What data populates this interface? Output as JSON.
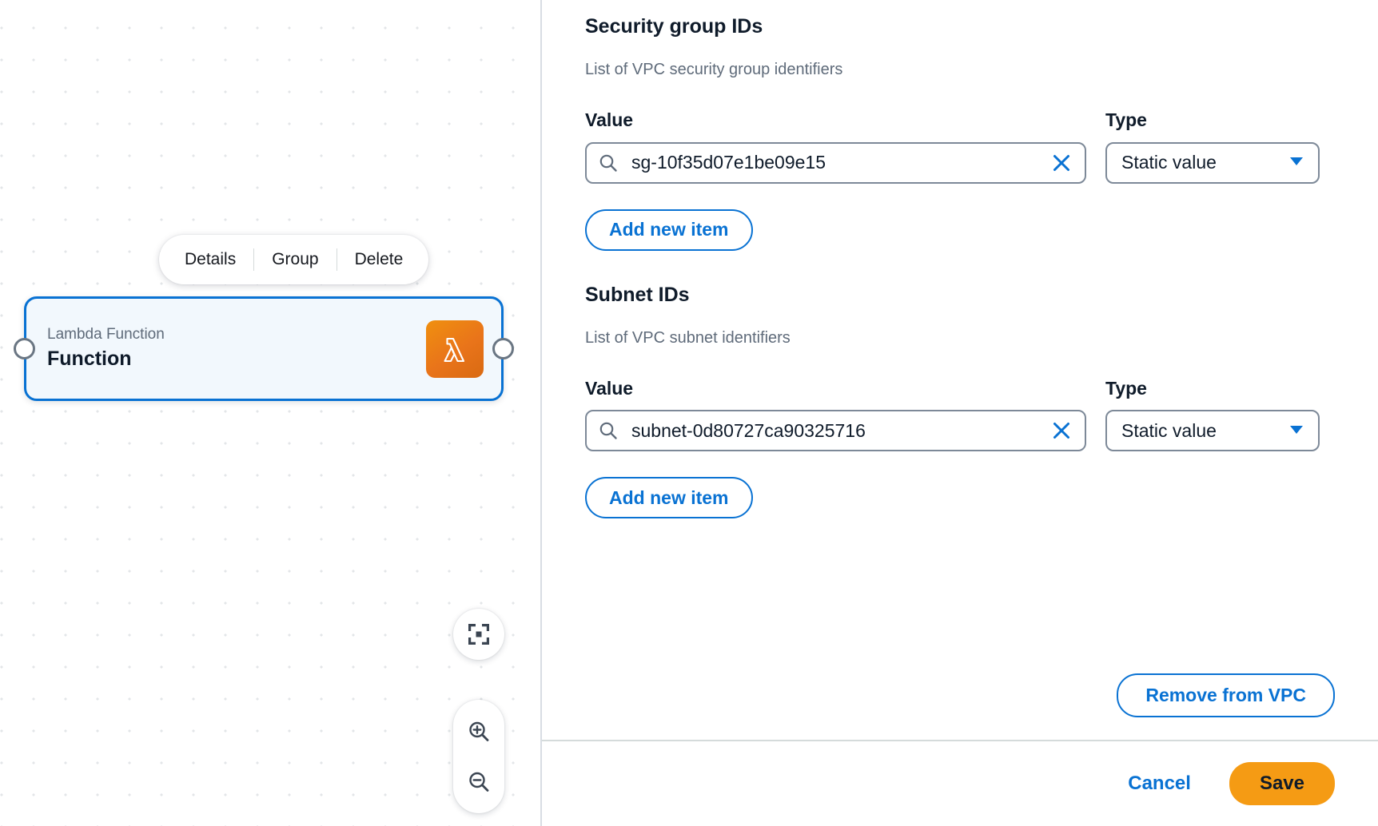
{
  "canvas": {
    "node_toolbar": {
      "items": [
        {
          "label": "Details",
          "name": "details"
        },
        {
          "label": "Group",
          "name": "group"
        },
        {
          "label": "Delete",
          "name": "delete"
        }
      ]
    },
    "node": {
      "subtitle": "Lambda Function",
      "title": "Function",
      "icon": "aws-lambda-icon",
      "selected_border_color": "#0972d3",
      "background_color": "#f2f8fd",
      "icon_color": "#ed8b1a"
    },
    "controls": {
      "fit_to_screen": "fit-to-screen-icon",
      "zoom_in": "zoom-in-icon",
      "zoom_out": "zoom-out-icon"
    }
  },
  "panel": {
    "sections": [
      {
        "title": "Security group IDs",
        "description": "List of VPC security group identifiers",
        "value_label": "Value",
        "type_label": "Type",
        "value": "sg-10f35d07e1be09e15",
        "value_placeholder": "sg-10f35d07e1be09e15",
        "search_icon": "search-icon",
        "clear_icon": "clear-icon",
        "type_value": "Static value",
        "type_options": [
          "Static value"
        ],
        "add_item_label": "Add new item"
      },
      {
        "title": "Subnet IDs",
        "description": "List of VPC subnet identifiers",
        "value_label": "Value",
        "type_label": "Type",
        "value": "subnet-0d80727ca90325716",
        "value_placeholder": "subnet-0d80727ca90325716",
        "search_icon": "search-icon",
        "clear_icon": "clear-icon",
        "type_value": "Static value",
        "type_options": [
          "Static value"
        ],
        "add_item_label": "Add new item"
      }
    ],
    "remove_from_vpc_label": "Remove from VPC",
    "footer": {
      "cancel_label": "Cancel",
      "save_label": "Save"
    }
  },
  "colors": {
    "accent_blue": "#0972d3",
    "save_orange": "#f59b14",
    "lambda_orange": "#ed8b1a",
    "text_dark": "#0f1b2a",
    "text_muted": "#5f6b7a",
    "border_gray": "#7d8998"
  }
}
